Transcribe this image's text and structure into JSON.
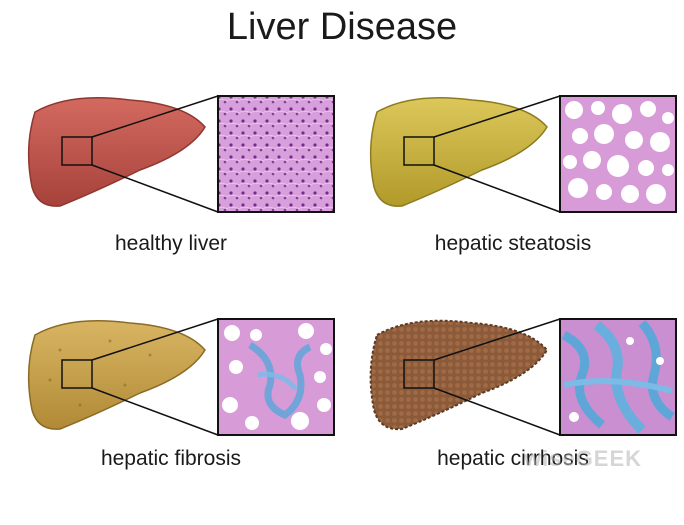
{
  "title": "Liver Disease",
  "panels": [
    {
      "caption": "healthy liver",
      "stage": "healthy",
      "liver_color": "#b8524b",
      "tissue_color": "#d7a0dc"
    },
    {
      "caption": "hepatic steatosis",
      "stage": "steatosis",
      "liver_color": "#c9b23a",
      "tissue_color": "#d79bd8"
    },
    {
      "caption": "hepatic fibrosis",
      "stage": "fibrosis",
      "liver_color": "#c8a24c",
      "tissue_color": "#d79bd8"
    },
    {
      "caption": "hepatic cirrhosis",
      "stage": "cirrhosis",
      "liver_color": "#8a5a3a",
      "tissue_color": "#c98fd0"
    }
  ],
  "watermark": "wiseGEEK"
}
